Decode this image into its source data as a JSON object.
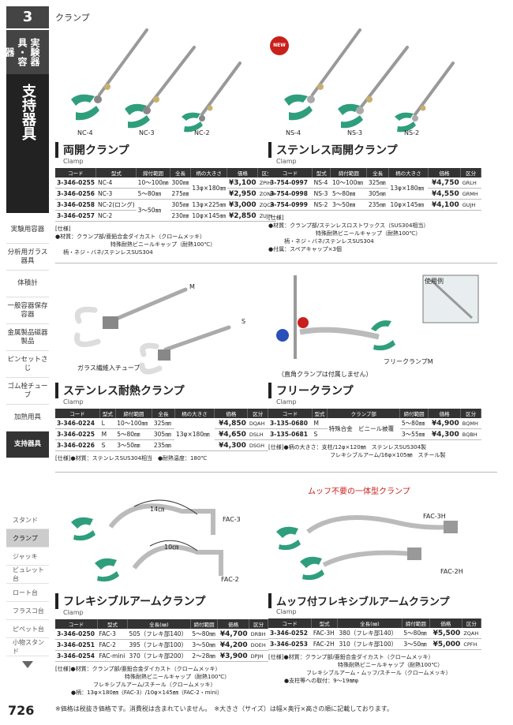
{
  "chapter": {
    "number": "3",
    "breadcrumb": "クランプ",
    "category_small": "実験器具・容器",
    "category_big": "支持器具"
  },
  "sidebar": {
    "items": [
      "実験用容器",
      "分析用ガラス器具",
      "体積計",
      "一般容器保存容器",
      "金属製品磁器製品",
      "ピンセットさじ",
      "ゴム栓チューブ",
      "加熱用具",
      "支持器具"
    ],
    "active": "支持器具"
  },
  "sidebar2": {
    "items": [
      "スタンド",
      "クランプ",
      "ジャッキ",
      "ビュレット台",
      "ロート台",
      "フラスコ台",
      "ピペット台",
      "小物スタンド"
    ],
    "active": "クランプ"
  },
  "page_number": "726",
  "footnote": "※価格は税抜き価格です。消費税は含まれていません。　※大きさ（サイズ）は幅×奥行×高さの順に記載しております。",
  "sec1": {
    "title": "両開クランプ",
    "subtitle": "Clamp",
    "image_labels": [
      "NC-4",
      "NC-3",
      "NC-2"
    ],
    "headers": [
      "コード",
      "型式",
      "締付範囲",
      "全長",
      "柄の大きさ",
      "価格",
      "区分"
    ],
    "rows": [
      [
        "3-346-0255",
        "NC-4",
        "10～100㎜",
        "300㎜",
        "13φ×180㎜",
        "¥3,100",
        "ZPIH"
      ],
      [
        "3-346-0256",
        "NC-3",
        "5～80㎜",
        "275㎜",
        "",
        "¥2,950",
        "ZONH"
      ],
      [
        "3-346-0258",
        "NC-2(ロング)",
        "3～50㎜",
        "305㎜",
        "13φ×225㎜",
        "¥3,000",
        "ZQCH"
      ],
      [
        "3-346-0257",
        "NC-2",
        "",
        "230㎜",
        "10φ×145㎜",
        "¥2,850",
        "ZUJH"
      ]
    ],
    "spec": [
      "[仕様]",
      "●材質：クランプ部/亜鉛合金ダイカスト（クロームメッキ）",
      "特殊耐熱ビニールキャップ（耐熱100℃）",
      "柄・ネジ・バネ/ステンレスSUS304"
    ]
  },
  "sec2": {
    "title": "ステンレス両開クランプ",
    "subtitle": "Clamp",
    "new_badge": "NEW",
    "image_labels": [
      "NS-4",
      "NS-3",
      "NS-2"
    ],
    "headers": [
      "コード",
      "型式",
      "締付範囲",
      "全長",
      "柄の大きさ",
      "価格",
      "区分"
    ],
    "rows": [
      [
        "3-754-0997",
        "NS-4",
        "10～100㎜",
        "325㎜",
        "13φ×180㎜",
        "¥4,750",
        "GRLH"
      ],
      [
        "3-754-0998",
        "NS-3",
        "5～80㎜",
        "305㎜",
        "",
        "¥4,550",
        "GRMH"
      ],
      [
        "3-754-0999",
        "NS-2",
        "3～50㎜",
        "235㎜",
        "10φ×145㎜",
        "¥4,100",
        "GUJH"
      ]
    ],
    "spec": [
      "[仕様]",
      "●材質：クランプ部/ステンレスロストワックス（SUS304相当）",
      "特殊耐熱ビニールキャップ（耐熱100℃）",
      "柄・ネジ・バネ/ステンレスSUS304",
      "●付属：スペアキャップ×3個"
    ]
  },
  "sec3": {
    "title": "ステンレス耐熱クランプ",
    "subtitle": "Clamp",
    "image_labels": [
      "M",
      "S",
      "ガラス繊維入チューブ"
    ],
    "headers": [
      "コード",
      "型式",
      "締付範囲",
      "全長",
      "柄の大きさ",
      "価格",
      "区分"
    ],
    "rows": [
      [
        "3-346-0224",
        "L",
        "10～100㎜",
        "325㎜",
        "13φ×180㎜",
        "¥4,850",
        "DQAH"
      ],
      [
        "3-346-0225",
        "M",
        "5～80㎜",
        "305㎜",
        "",
        "¥4,650",
        "DSLH"
      ],
      [
        "3-346-0226",
        "S",
        "3～50㎜",
        "235㎜",
        "",
        "¥4,300",
        "DSGH"
      ]
    ],
    "spec": [
      "[仕様]●材質：ステンレスSUS304相当　●耐熱温度：180℃"
    ]
  },
  "sec4": {
    "title": "フリークランプ",
    "subtitle": "Clamp",
    "image_labels": [
      "使用例",
      "フリークランプM",
      "（直角クランプは付属しません）"
    ],
    "headers": [
      "コード",
      "型式",
      "クランプ部",
      "締付範囲",
      "価格",
      "区分"
    ],
    "rows": [
      [
        "3-135-0680",
        "M",
        "特殊合金　ビニール被覆",
        "5～80㎜",
        "¥4,900",
        "BQMH"
      ],
      [
        "3-135-0681",
        "S",
        "",
        "3～55㎜",
        "¥4,300",
        "BQBH"
      ]
    ],
    "spec": [
      "[仕様]●柄の大きさ：支柱/12φ×120㎜　ステンレスSUS304製",
      "フレキシブルアーム/16φ×105㎜　スチール製"
    ]
  },
  "sec5": {
    "title": "フレキシブルアームクランプ",
    "subtitle": "Clamp",
    "image_labels": [
      "14㎝",
      "FAC-3",
      "10㎝",
      "FAC-2"
    ],
    "headers": [
      "コード",
      "型式",
      "全長(㎜)",
      "締付範囲",
      "価格",
      "区分"
    ],
    "rows": [
      [
        "3-346-0250",
        "FAC-3",
        "505（フレキ部140）",
        "5～80㎜",
        "¥4,700",
        "DRBH"
      ],
      [
        "3-346-0251",
        "FAC-2",
        "395（フレキ部100）",
        "3～50㎜",
        "¥4,200",
        "DOEH"
      ],
      [
        "3-346-0254",
        "FAC-mini",
        "370（フレキ部200）",
        "2～28㎜",
        "¥3,900",
        "DPJH"
      ]
    ],
    "spec": [
      "[仕様]●材質：クランプ部/亜鉛合金ダイカスト（クロームメッキ）",
      "特殊耐熱ビニールキャップ（耐熱100℃）",
      "フレキシブルアーム/スチール（クロームメッキ）",
      "●柄：13φ×180㎜（FAC-3）/10φ×145㎜（FAC-2・mini）"
    ]
  },
  "sec6": {
    "title": "ムッフ付フレキシブルアームクランプ",
    "subtitle": "Clamp",
    "headline": "ムッフ不要の一体型クランプ",
    "image_labels": [
      "FAC-3H",
      "FAC-2H"
    ],
    "headers": [
      "コード",
      "型式",
      "全長(㎜)",
      "締付範囲",
      "価格",
      "区分"
    ],
    "rows": [
      [
        "3-346-0252",
        "FAC-3H",
        "380（フレキ部140）",
        "5～80㎜",
        "¥5,500",
        "ZQAH"
      ],
      [
        "3-346-0253",
        "FAC-2H",
        "310（フレキ部100）",
        "3～50㎜",
        "¥5,000",
        "CPFH"
      ]
    ],
    "spec": [
      "[仕様]●材質：クランプ部/亜鉛合金ダイカスト（クロームメッキ）",
      "特殊耐熱ビニールキャップ（耐熱100℃）",
      "フレキシブルアーム・ムッフ/スチール（クロームメッキ）",
      "●支柱等への取付：9～19㎜φ"
    ]
  },
  "colors": {
    "green": "#2f9e7d",
    "dark": "#333333",
    "red": "#c9201b"
  }
}
